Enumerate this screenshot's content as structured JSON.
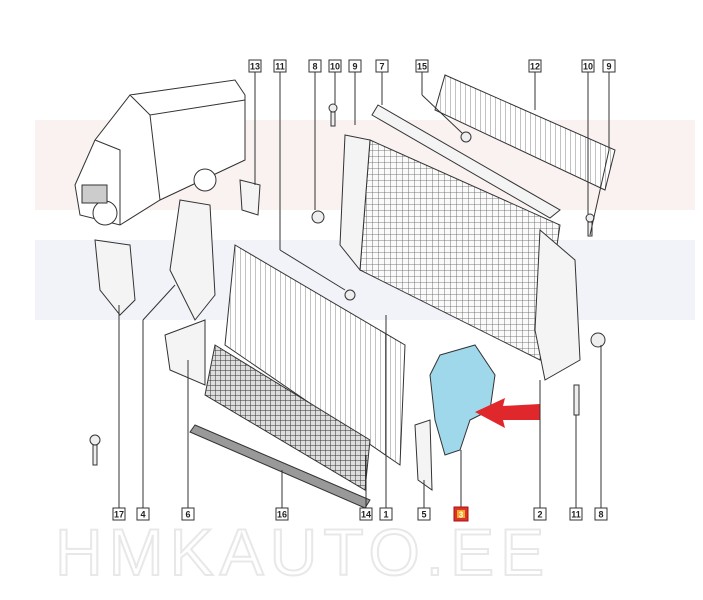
{
  "watermark": "HMKAUTO.EE",
  "highlight_color": "#d9332b",
  "highlight_part_color": "#9fd8ea",
  "arrow_color": "#e0272b",
  "top_labels": [
    "13",
    "11",
    "8",
    "10",
    "9",
    "7",
    "15",
    "12",
    "10",
    "9"
  ],
  "bottom_labels": [
    "17",
    "4",
    "6",
    "16",
    "14",
    "1",
    "5",
    "3",
    "2",
    "11",
    "8"
  ],
  "selected_part": "3"
}
